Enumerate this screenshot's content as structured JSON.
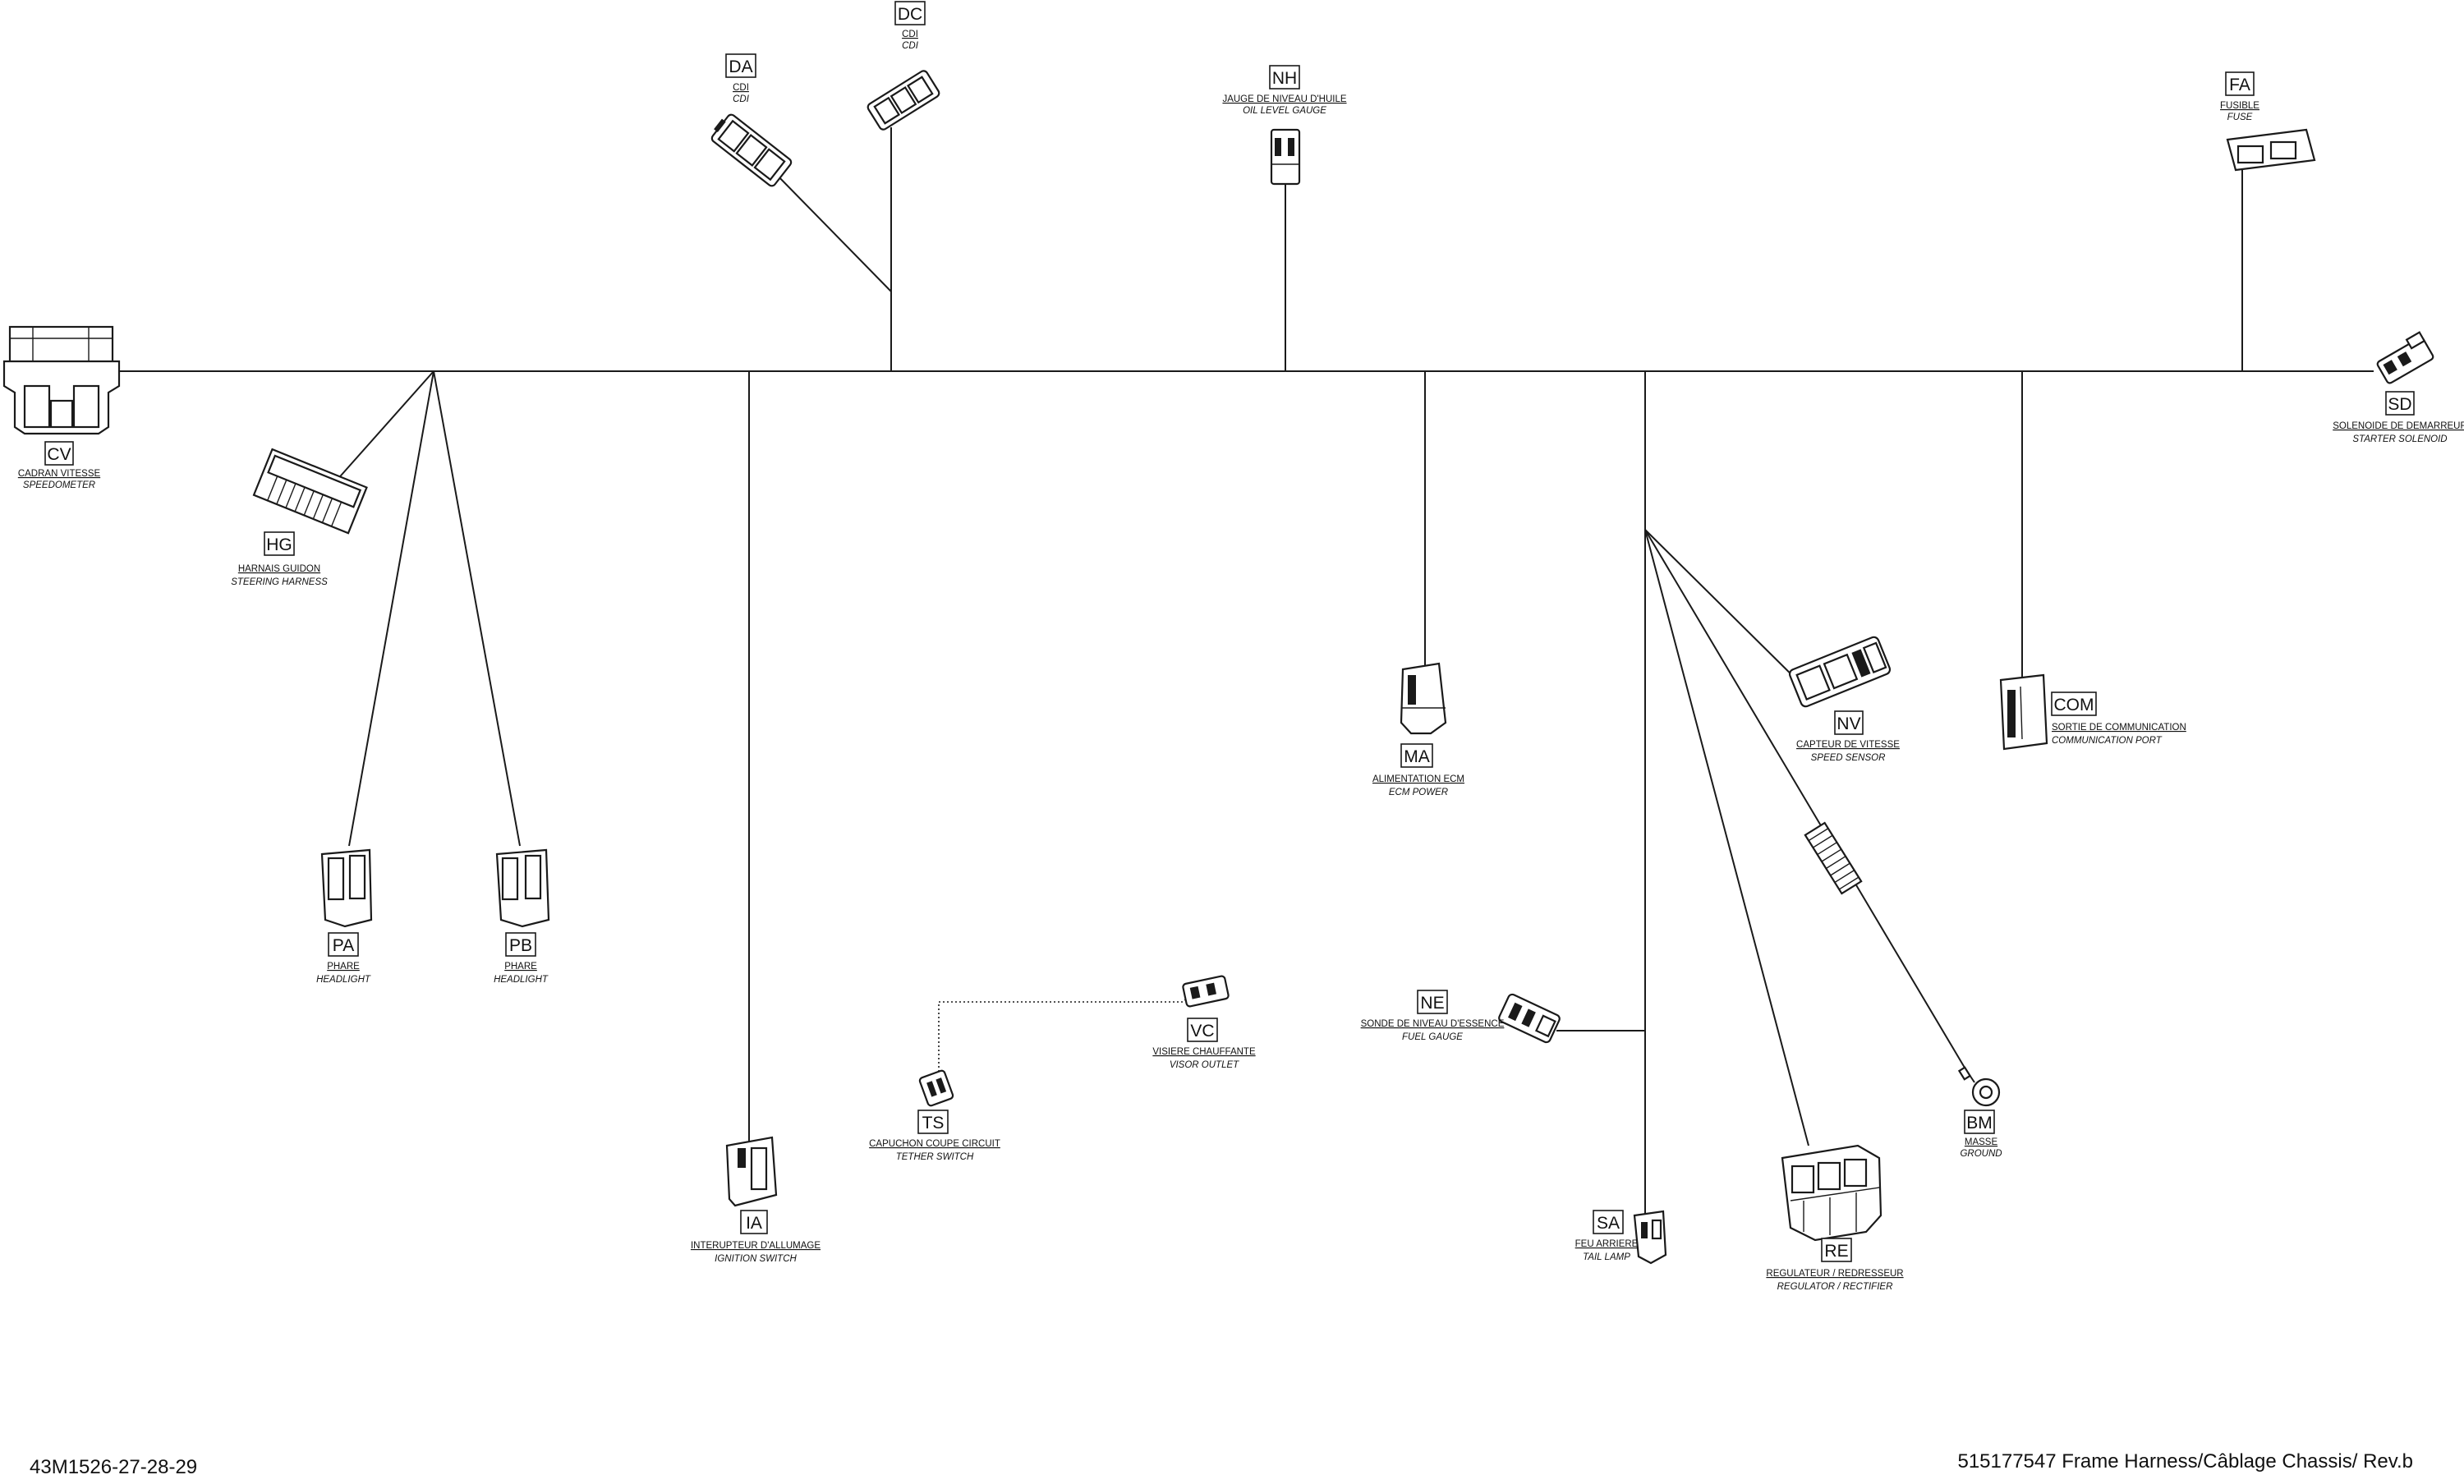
{
  "footer": {
    "left_code": "43M1526-27-28-29",
    "right_title": "515177547 Frame Harness/Câblage Chassis/ Rev.b"
  },
  "connectors": {
    "CV": {
      "code": "CV",
      "fr": "CADRAN VITESSE",
      "en": "SPEEDOMETER"
    },
    "HG": {
      "code": "HG",
      "fr": "HARNAIS GUIDON",
      "en": "STEERING HARNESS"
    },
    "DA": {
      "code": "DA",
      "fr": "CDI",
      "en": "CDI"
    },
    "DC": {
      "code": "DC",
      "fr": "CDI",
      "en": "CDI"
    },
    "NH": {
      "code": "NH",
      "fr": "JAUGE DE NIVEAU D'HUILE",
      "en": "OIL LEVEL GAUGE"
    },
    "FA": {
      "code": "FA",
      "fr": "FUSIBLE",
      "en": "FUSE"
    },
    "SD": {
      "code": "SD",
      "fr": "SOLENOIDE DE DEMARREUR",
      "en": "STARTER SOLENOID"
    },
    "MA": {
      "code": "MA",
      "fr": "ALIMENTATION ECM",
      "en": "ECM POWER"
    },
    "NV": {
      "code": "NV",
      "fr": "CAPTEUR DE VITESSE",
      "en": "SPEED SENSOR"
    },
    "COM": {
      "code": "COM",
      "fr": "SORTIE DE COMMUNICATION",
      "en": "COMMUNICATION PORT"
    },
    "PA": {
      "code": "PA",
      "fr": "PHARE",
      "en": "HEADLIGHT"
    },
    "PB": {
      "code": "PB",
      "fr": "PHARE",
      "en": "HEADLIGHT"
    },
    "VC": {
      "code": "VC",
      "fr": "VISIERE CHAUFFANTE",
      "en": "VISOR OUTLET"
    },
    "TS": {
      "code": "TS",
      "fr": "CAPUCHON COUPE CIRCUIT",
      "en": "TETHER SWITCH"
    },
    "NE": {
      "code": "NE",
      "fr": "SONDE DE NIVEAU D'ESSENCE",
      "en": "FUEL GAUGE"
    },
    "BM": {
      "code": "BM",
      "fr": "MASSE",
      "en": "GROUND"
    },
    "IA": {
      "code": "IA",
      "fr": "INTERUPTEUR D'ALLUMAGE",
      "en": "IGNITION SWITCH"
    },
    "SA": {
      "code": "SA",
      "fr": "FEU ARRIERE",
      "en": "TAIL LAMP"
    },
    "RE": {
      "code": "RE",
      "fr": "REGULATEUR / REDRESSEUR",
      "en": "REGULATOR / RECTIFIER"
    }
  }
}
